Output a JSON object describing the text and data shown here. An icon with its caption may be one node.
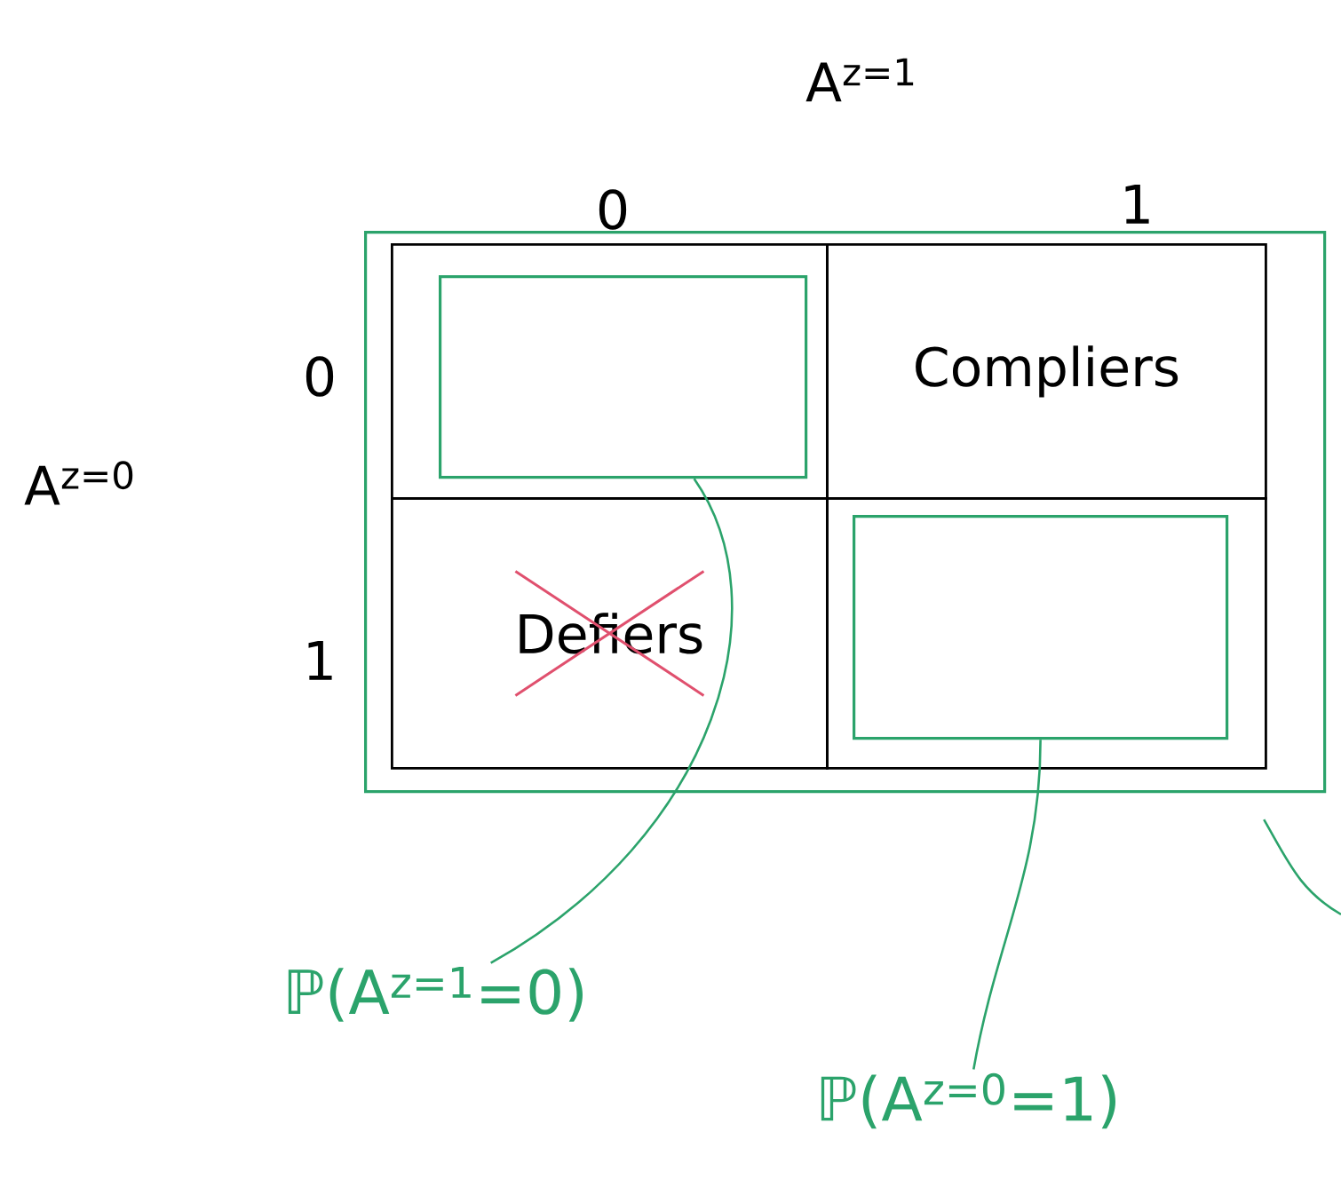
{
  "diagram": {
    "nodes": [
      {
        "text": [],
        "shape": "box"
      },
      {
        "text": [],
        "shape": "box",
        "in": 0
      },
      {
        "text": [],
        "shape": "box",
        "in": 1
      },
      {
        "text": [
          "Compliers"
        ],
        "in": 0
      },
      {
        "text": [
          "Defiers"
        ],
        "in": 0
      },
      {
        "text": [],
        "shape": "box",
        "in": 0
      },
      {
        "text": [],
        "shape": "box",
        "in": 5
      },
      {
        "text": [
          "ℙ(A$^{z=1}$=0)"
        ]
      },
      {
        "text": [
          "ℙ(A$^{z=0}$=1)"
        ]
      }
    ],
    "edges": [
      {
        "from": 7,
        "to": 2,
        "arrow": "none"
      },
      {
        "from": 8,
        "to": 6,
        "arrow": "none"
      },
      {
        "from": 0,
        "to": null,
        "arrow": "none"
      }
    ],
    "labels": [
      "A$^{z=1}$",
      "0",
      "1",
      "A$^{z=0}$",
      "0",
      "1"
    ]
  }
}
